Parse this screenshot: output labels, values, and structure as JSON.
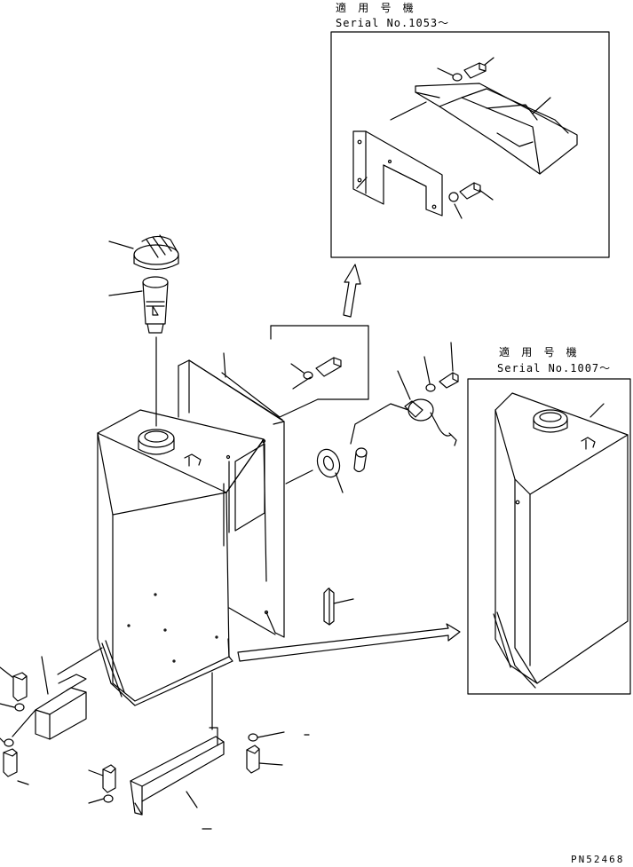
{
  "top_inset": {
    "heading": "適 用 号 機",
    "serial": "Serial No.1053～"
  },
  "right_inset": {
    "heading": "適 用 号 機",
    "serial": "Serial No.1007～"
  },
  "drawing_code": "PN52468"
}
